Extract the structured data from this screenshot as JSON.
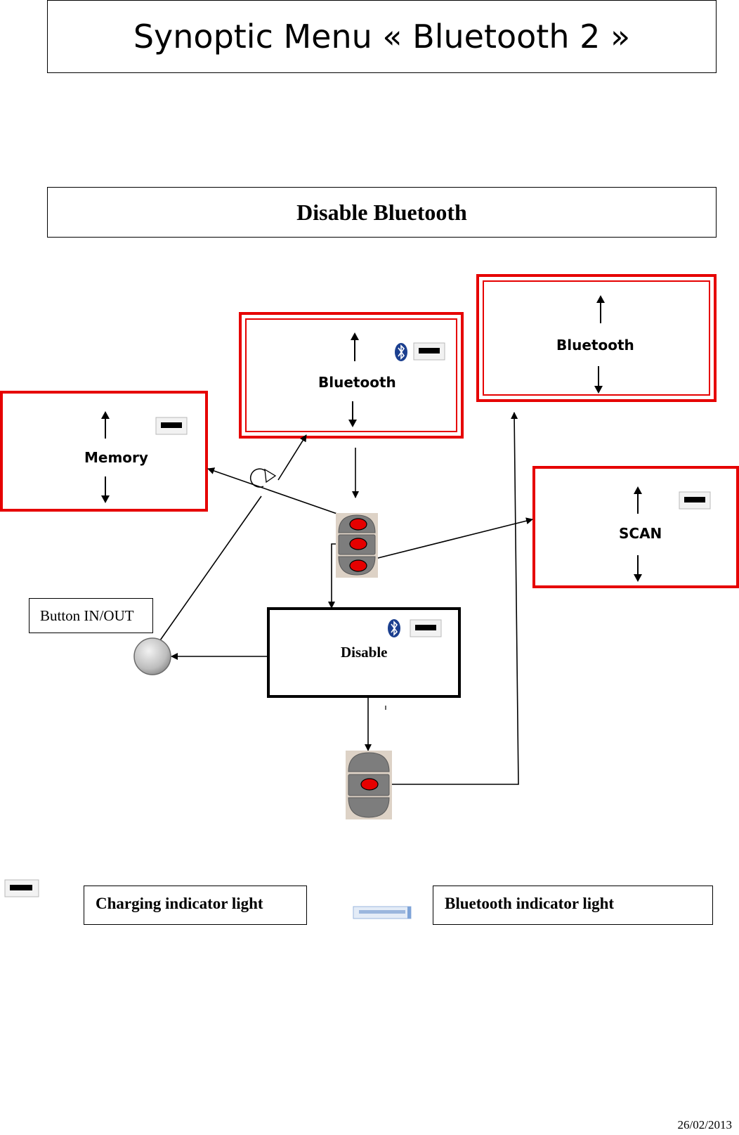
{
  "title": "Synoptic Menu « Bluetooth 2 »",
  "subtitle": "Disable Bluetooth",
  "screens": {
    "bluetooth_top": {
      "label": "Bluetooth"
    },
    "bluetooth_main": {
      "label": "Bluetooth"
    },
    "memory": {
      "label": "Memory"
    },
    "scan": {
      "label": "SCAN"
    },
    "disable": {
      "label": "Disable"
    }
  },
  "button_in_out": {
    "label": "Button IN/OUT"
  },
  "legend": {
    "charging": "Charging indicator light",
    "bluetooth": "Bluetooth indicator light"
  },
  "footer_date": "26/02/2013",
  "icons": [
    "bluetooth-icon",
    "charging-light-icon",
    "up-arrow-icon",
    "down-arrow-icon",
    "rotate-icon",
    "keypad-icon",
    "round-button-icon"
  ],
  "colors": {
    "highlight": "#e60000",
    "led": "#e60000",
    "bluetooth_logo": "#1b3f8f"
  }
}
